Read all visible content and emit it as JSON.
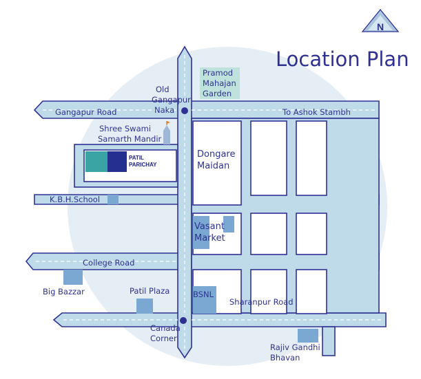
{
  "title": "Location Plan",
  "compass": {
    "letter": "N",
    "icon": "north-arrow-icon"
  },
  "roads": {
    "gangapur_road": "Gangapur Road",
    "ashok_stambh": "To Ashok Stambh",
    "college_road": "College Road",
    "sharanpur_road": "Sharanpur Road"
  },
  "junctions": {
    "old_gangapur_naka": [
      "Old",
      "Gangapur",
      "Naka"
    ],
    "canada_corner": [
      "Canada",
      "Corner"
    ]
  },
  "landmarks": {
    "pramod_mahajan_garden": [
      "Pramod",
      "Mahajan",
      "Garden"
    ],
    "shree_swami_samarth_mandir": [
      "Shree Swami",
      "Samarth Mandir"
    ],
    "dongare_maidan": [
      "Dongare",
      "Maidan"
    ],
    "kbh_school": "K.B.H.School",
    "vasant_market": [
      "Vasant",
      "Market"
    ],
    "big_bazzar": "Big Bazzar",
    "patil_plaza": "Patil Plaza",
    "bsnl": "BSNL",
    "rajiv_gandhi_bhavan": [
      "Rajiv Gandhi",
      "Bhavan"
    ]
  },
  "site": {
    "name": [
      "PATIL",
      "PARICHAY"
    ]
  },
  "colors": {
    "road_fill": "#bfdbe9",
    "road_outline": "#2e3192",
    "background_circle": "#e6eef5",
    "building": "#7aa8d2",
    "garden": "#bfe3dc",
    "site_teal": "#3aa3a3",
    "site_navy": "#23308f",
    "label": "#2e3192"
  }
}
